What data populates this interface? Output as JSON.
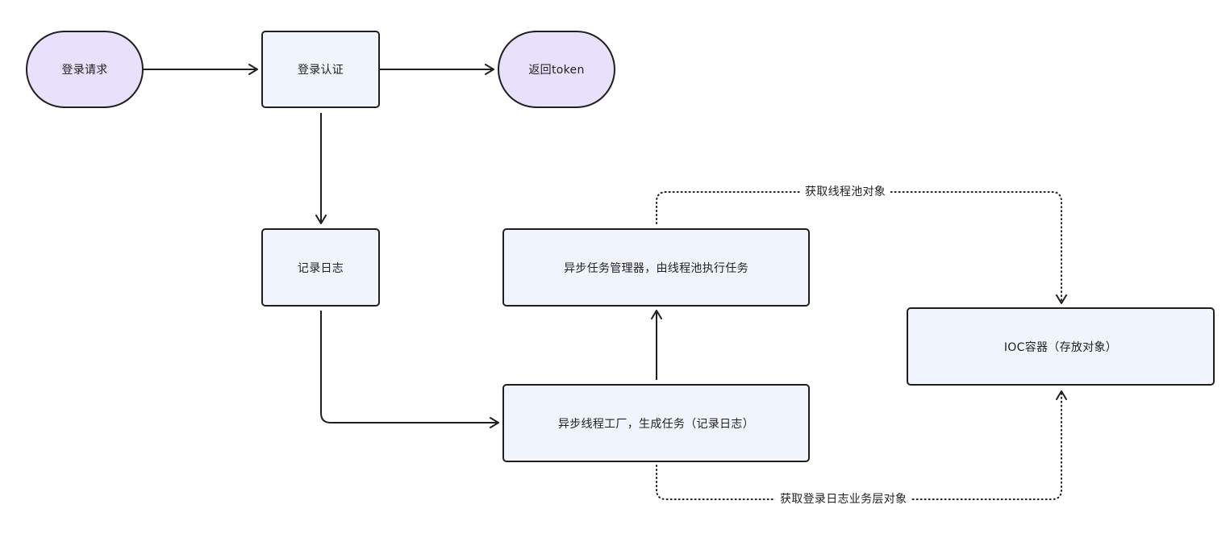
{
  "nodes": {
    "login_request": "登录请求",
    "login_auth": "登录认证",
    "return_token": "返回token",
    "record_log": "记录日志",
    "async_task_manager": "异步任务管理器，由线程池执行任务",
    "ioc_container": "IOC容器（存放对象）",
    "async_thread_factory": "异步线程工厂，生成任务（记录日志）"
  },
  "edge_labels": {
    "get_thread_pool": "获取线程池对象",
    "get_login_log_service": "获取登录日志业务层对象"
  },
  "colors": {
    "terminal_fill": "#e9e0fb",
    "process_fill": "#f0f4fd",
    "stroke": "#1f1f1f"
  }
}
